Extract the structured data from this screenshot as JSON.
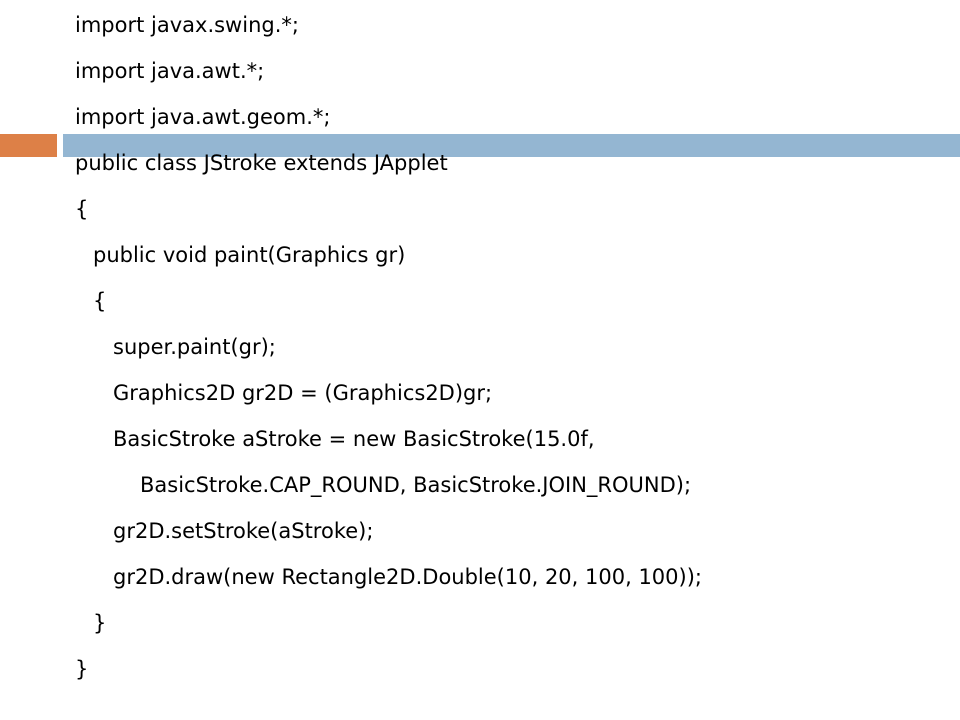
{
  "colors": {
    "accent_orange": "#dd8047",
    "accent_blue": "#94b6d2",
    "text": "#000000",
    "background": "#ffffff"
  },
  "code": {
    "lines": [
      "import javax.swing.*;",
      "import java.awt.*;",
      "import java.awt.geom.*;",
      "public class JStroke extends JApplet",
      "{",
      "public void paint(Graphics gr)",
      "{",
      "super.paint(gr);",
      "Graphics2D gr2D = (Graphics2D)gr;",
      "BasicStroke aStroke = new BasicStroke(15.0f,",
      "BasicStroke.CAP_ROUND, BasicStroke.JOIN_ROUND);",
      "gr2D.setStroke(aStroke);",
      "gr2D.draw(new Rectangle2D.Double(10, 20, 100, 100));",
      "}",
      "}"
    ]
  }
}
